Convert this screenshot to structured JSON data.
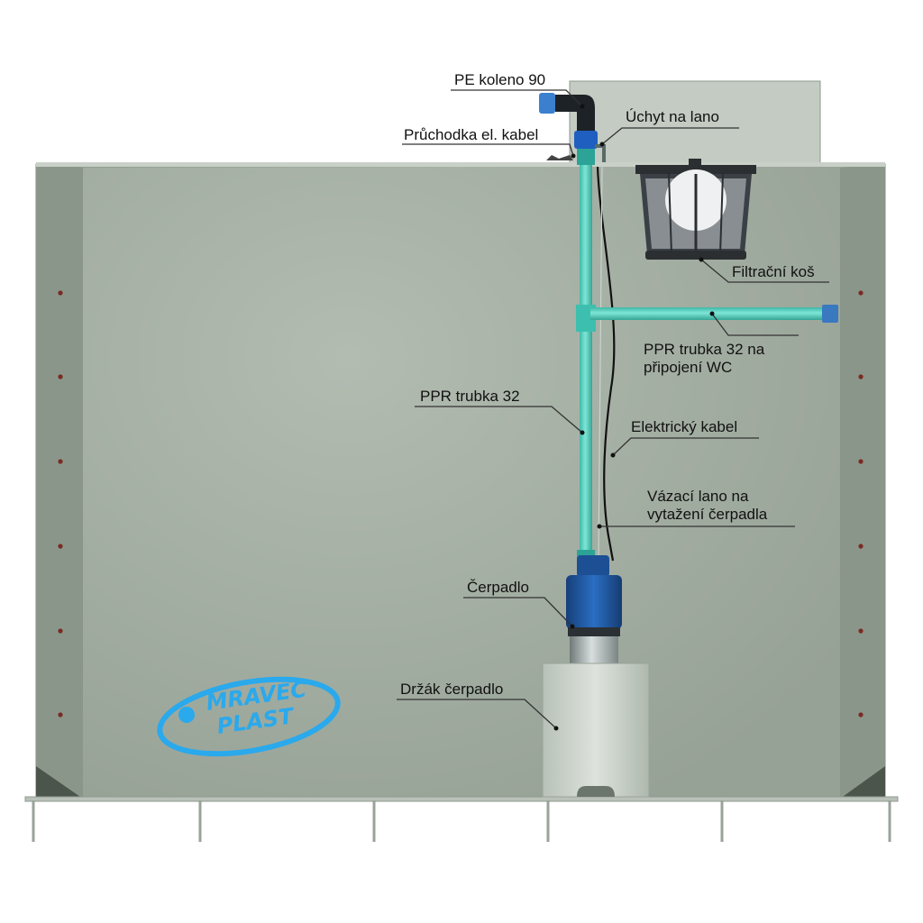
{
  "colors": {
    "tank_wall": "#9aa59b",
    "tank_inner": "#a9b3a8",
    "pipe": "#4fd1c0",
    "pump": "#1f5fa8",
    "logo": "#2aa9ec",
    "leader": "#333333"
  },
  "logo": {
    "line1": "MRAVEC",
    "line2": "PLAST"
  },
  "labels": {
    "pe_koleno": "PE koleno 90",
    "pruchodka": "Průchodka el. kabel",
    "uchyt": "Úchyt na lano",
    "filtracni": "Filtrační koš",
    "ppr_wc_1": "PPR trubka 32 na",
    "ppr_wc_2": "připojení WC",
    "ppr_trubka": "PPR trubka 32",
    "elektricky": "Elektrický kabel",
    "vazaci_1": "Vázací lano na",
    "vazaci_2": "vytažení čerpadla",
    "cerpadlo": "Čerpadlo",
    "drzak": "Držák čerpadlo"
  },
  "icons": [
    "pipe-elbow-icon",
    "filter-basket-icon",
    "pump-icon",
    "pump-holder-icon",
    "logo-ant-icon"
  ]
}
